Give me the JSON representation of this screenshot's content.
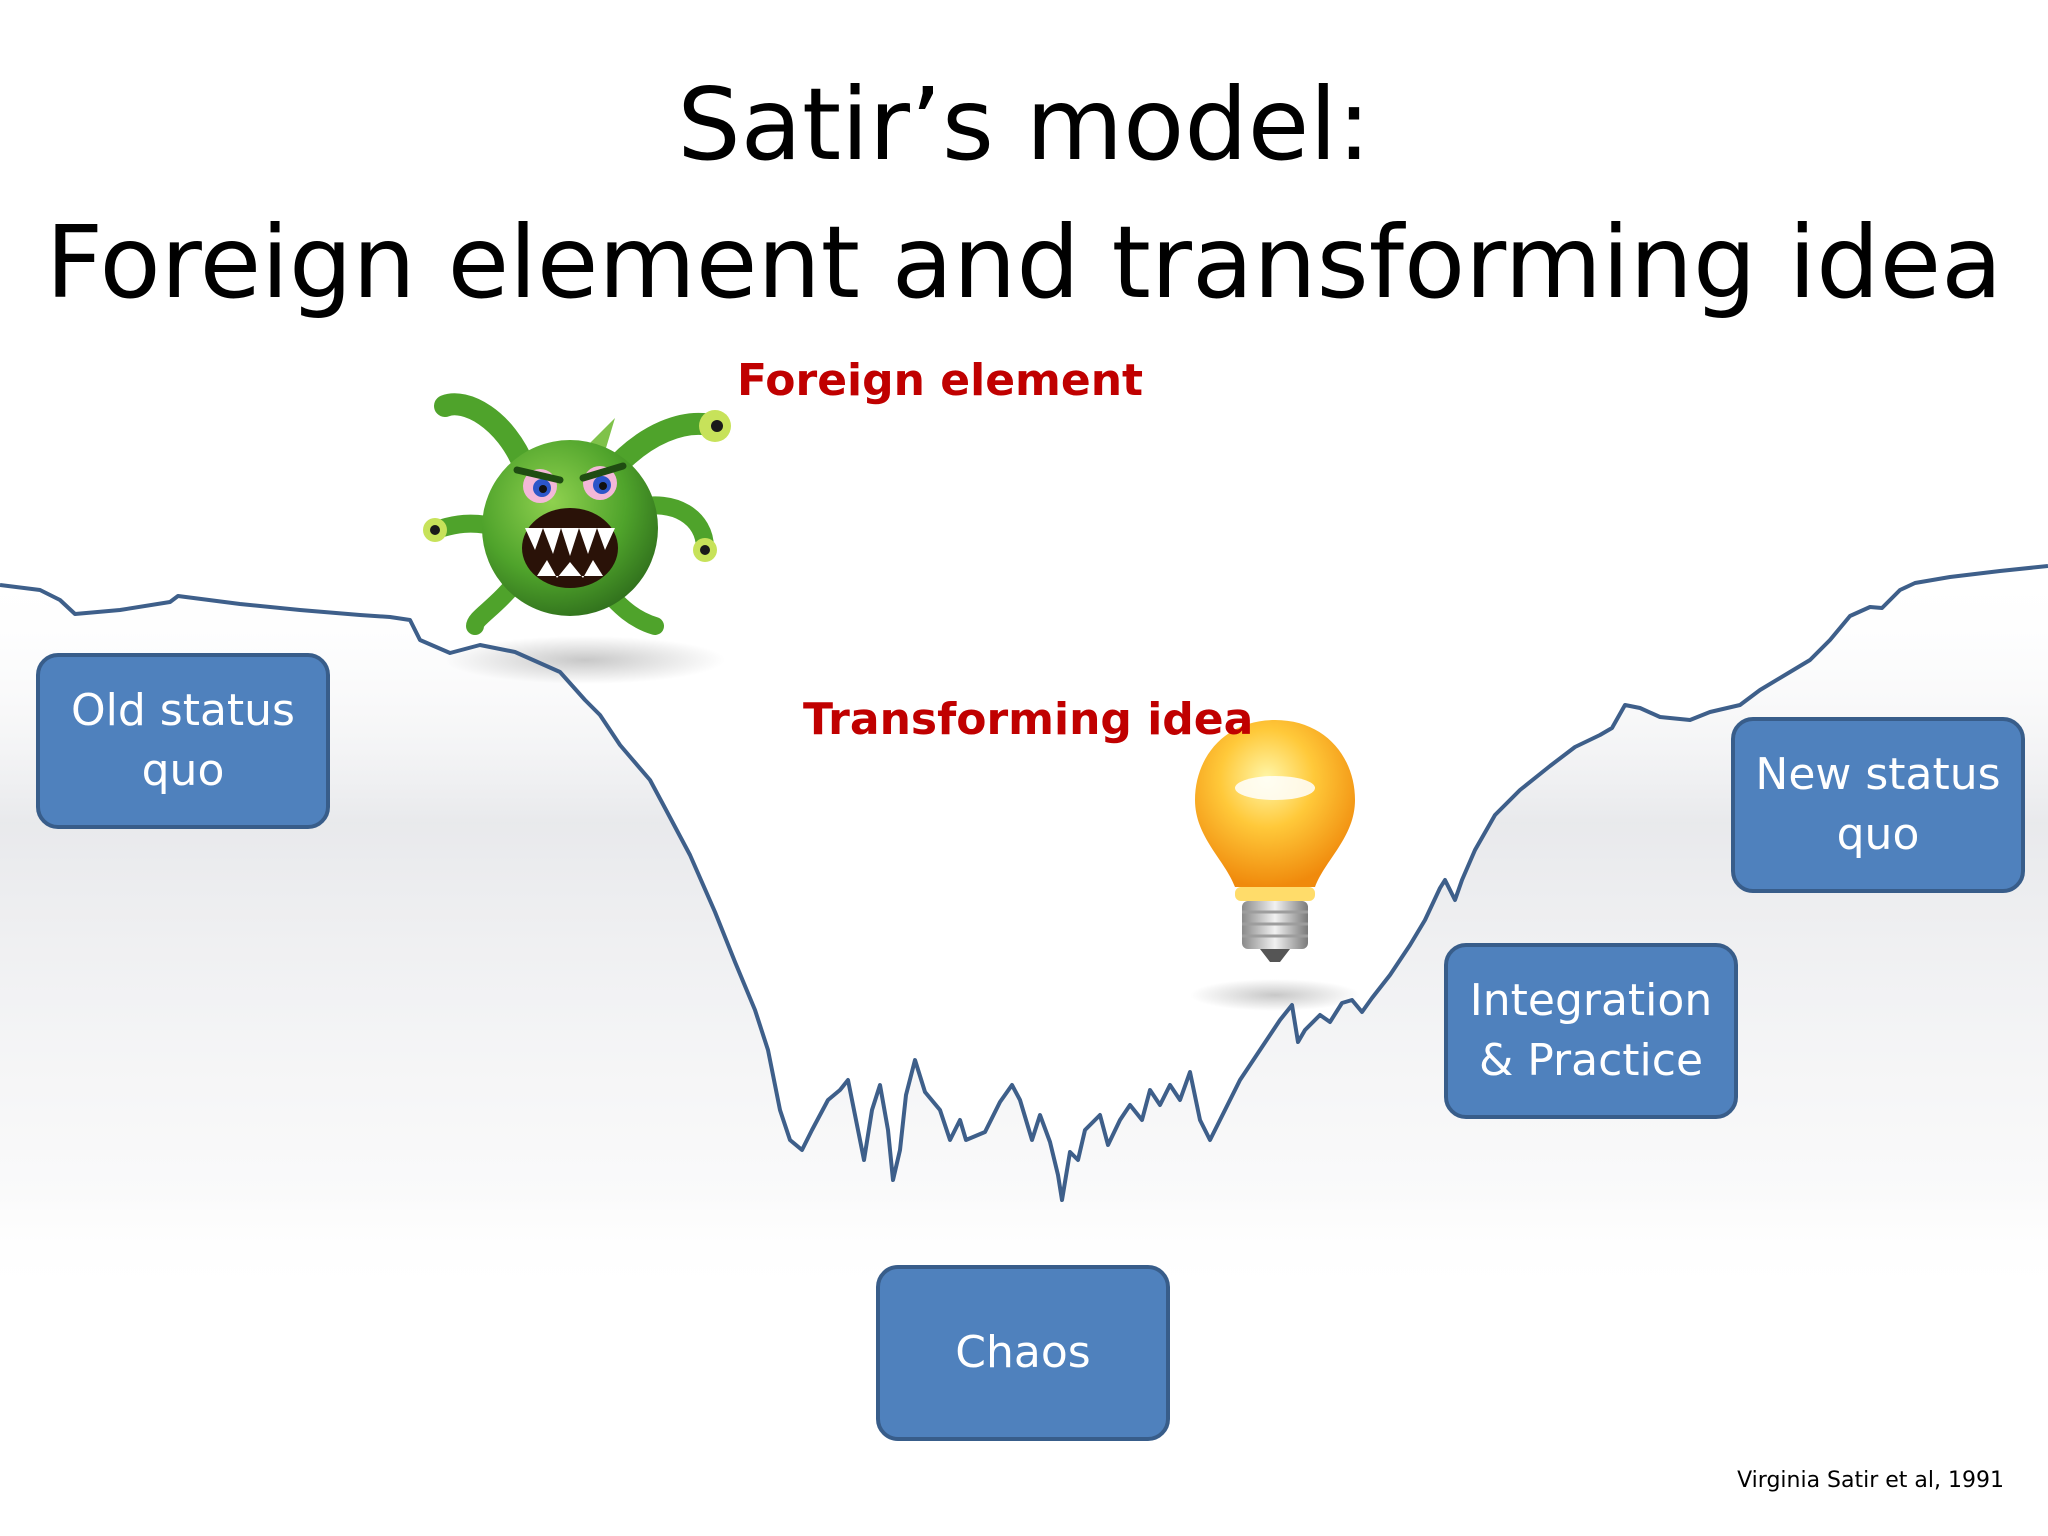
{
  "slide": {
    "title_line_1": "Satir’s model:",
    "title_line_2": "Foreign element and transforming idea",
    "labels": {
      "foreign_element": "Foreign element",
      "transforming_idea": "Transforming idea"
    },
    "stages": {
      "old_status_quo": "Old status quo",
      "chaos": "Chaos",
      "integration_practice": "Integration & Practice",
      "new_status_quo": "New status quo"
    },
    "citation": "Virginia Satir et al, 1991",
    "icons": {
      "foreign_element": "green-monster-icon",
      "transforming_idea": "light-bulb-icon"
    },
    "colors": {
      "curve": "#3e5f8a",
      "box_fill": "#4f81bd",
      "box_border": "#385d8a",
      "label_red": "#c00000"
    }
  }
}
